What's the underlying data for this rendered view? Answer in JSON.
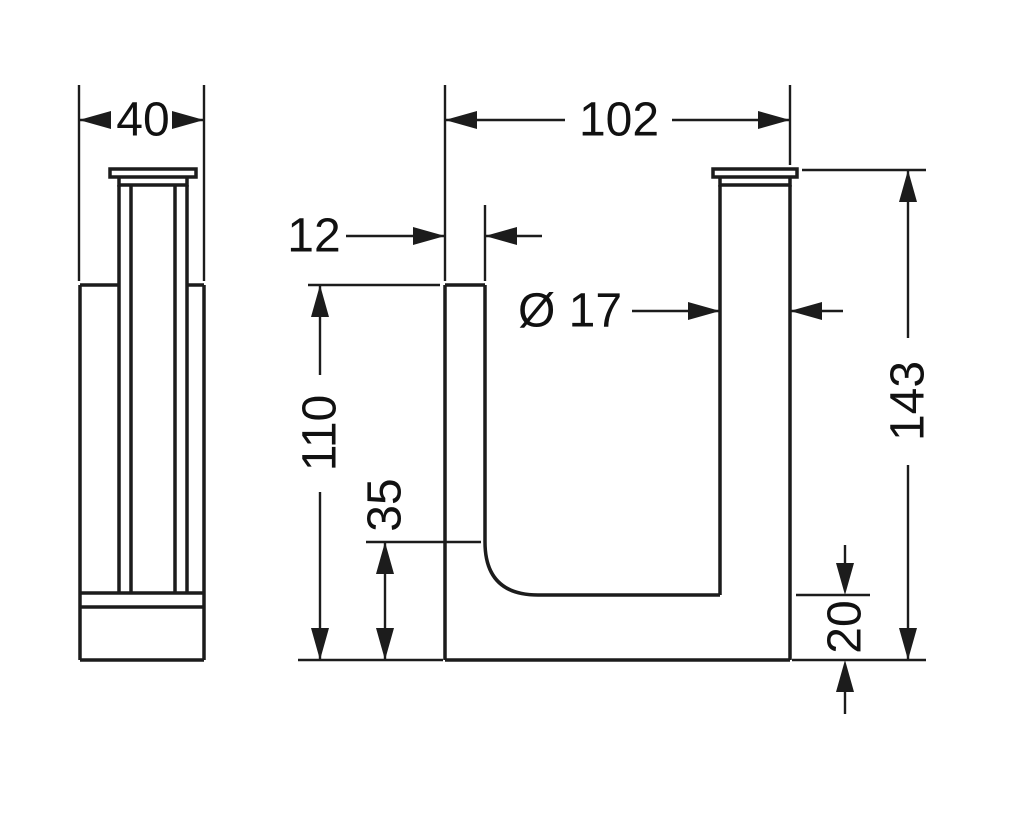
{
  "drawing": {
    "description": "Technical dimension drawing of a wall-mounted spare toilet roll holder, side view and front view",
    "labels": {
      "depth": "40",
      "width": "102",
      "wall_plate_thickness": "12",
      "rod_diameter": "Ø 17",
      "arm_height": "110",
      "curve_height": "35",
      "total_height": "143",
      "base_height": "20"
    },
    "line_color": "#1c1c1c",
    "background_color": "#ffffff"
  }
}
